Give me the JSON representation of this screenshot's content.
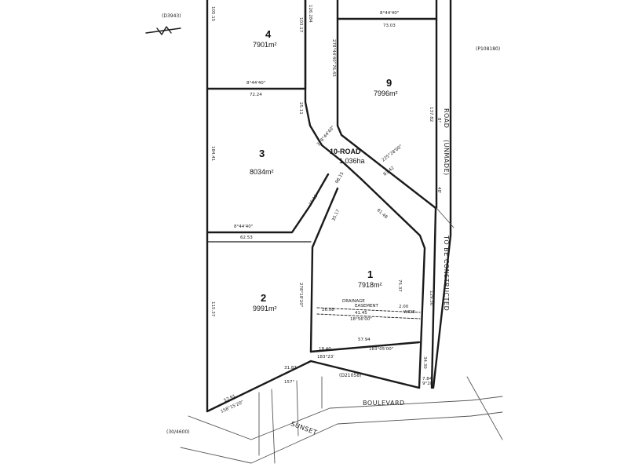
{
  "lots": [
    {
      "number": "4",
      "area": "7901m²"
    },
    {
      "number": "9",
      "area": "7996m²"
    },
    {
      "number": "3",
      "area": "8034m²"
    },
    {
      "number": "10-ROAD",
      "area": "1.036ha"
    },
    {
      "number": "1",
      "area": "7918m²"
    },
    {
      "number": "2",
      "area": "9991m²"
    }
  ],
  "roads": {
    "road_label": "ROAD",
    "unmade_label": "(UNMADE)",
    "tbc_label": "TO BE CONSTRUCTED",
    "street_left": "SUNSET",
    "street_right": "BOULEVARD"
  },
  "refs": {
    "top_left": "(D3943)",
    "top_right": "(P108180)",
    "bottom_left": "(30/4600)",
    "bottom_mid": "(D21058)"
  },
  "easement": {
    "drainage": "DRAINAGE",
    "easement": "EASEMENT",
    "wide": "WIDE",
    "width": "2.00"
  },
  "dims": {
    "b1": "8°44'40\"",
    "b1d": "73.03",
    "b2": "8°44'40\"",
    "b2d": "72.24",
    "b3": "8°44'40\"",
    "b3d": "62.53",
    "b4": "57.94",
    "b4b": "183°05'00\"",
    "b5": "18.40",
    "b5b": "183°23'",
    "b6": "57.91",
    "b6b": "158°15'20\"",
    "v1": "105.15",
    "v2": "103.17",
    "v3": "184.41",
    "v4": "115.37",
    "v5": "25.11",
    "v6": "137.82",
    "v7": "129.30",
    "v8": "34.30",
    "v9": "7.84",
    "v10": "76.43",
    "v11": "75.37",
    "a1": "278°44'40\"",
    "a2": "278°44'40\"",
    "a3": "278°18'20\"",
    "a4": "225°28'00\"",
    "d1": "83.42",
    "d2": "61.48",
    "d3": "35.17",
    "d4": "16.15",
    "d5": "96.15",
    "e1": "41.45",
    "e2": "18°56'00\"",
    "e3": "26.08",
    "s1": "31.87",
    "s2": "157°",
    "s3": "9°28'",
    "top_chain": "126.284",
    "r1": "8°",
    "r2": "48'"
  }
}
